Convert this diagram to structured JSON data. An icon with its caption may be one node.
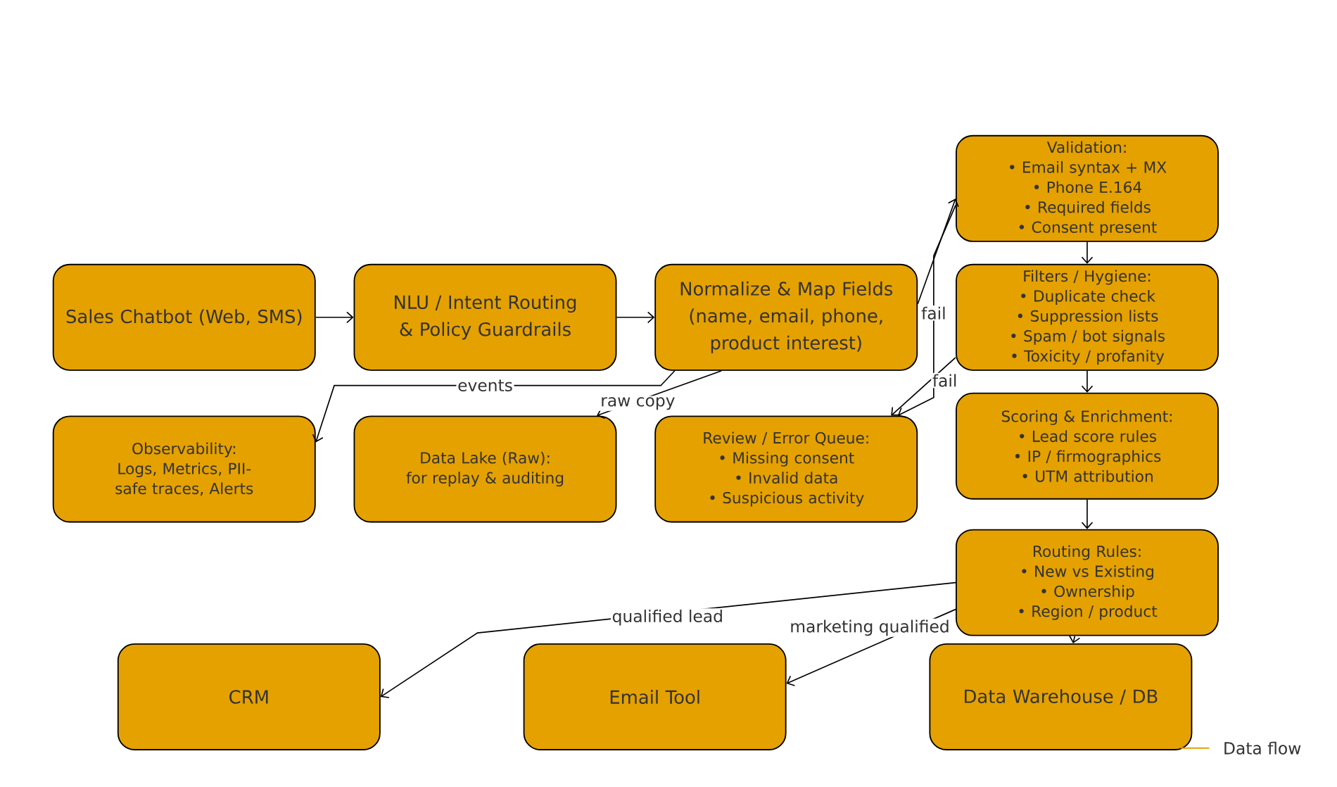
{
  "diagram": {
    "nodes": [
      {
        "text": [
          "Sales Chatbot (Web, SMS)"
        ]
      },
      {
        "text": [
          "NLU / Intent Routing & Policy Guardrails"
        ]
      },
      {
        "text": [
          "Normalize & Map Fields (name, email, phone, product interest)"
        ]
      },
      {
        "text": [
          "Observability:",
          "Logs, Metrics, PII-safe traces, Alerts"
        ]
      },
      {
        "text": [
          "Data Lake (Raw):",
          "for replay & auditing"
        ]
      },
      {
        "text": [
          "Review / Error Queue:",
          "• Missing consent",
          "• Invalid data",
          "• Suspicious activity"
        ]
      },
      {
        "text": [
          "Validation:",
          "• Email syntax + MX",
          "• Phone E.164",
          "• Required fields",
          "• Consent present"
        ]
      },
      {
        "text": [
          "Filters / Hygiene:",
          "• Duplicate check",
          "• Suppression lists",
          "• Spam / bot signals",
          "• Toxicity / profanity"
        ]
      },
      {
        "text": [
          "Scoring & Enrichment:",
          "• Lead score rules",
          "• IP / firmographics",
          "• UTM attribution"
        ]
      },
      {
        "text": [
          "Routing Rules:",
          "• New vs Existing",
          "• Ownership",
          "• Region / product"
        ]
      },
      {
        "text": [
          "CRM"
        ]
      },
      {
        "text": [
          "Email Tool"
        ]
      },
      {
        "text": [
          "Data Warehouse / DB"
        ]
      }
    ],
    "edges": [
      {
        "from": 0,
        "to": 1,
        "arrow": "to"
      },
      {
        "from": 1,
        "to": 2,
        "arrow": "to"
      },
      {
        "from": 2,
        "to": 6,
        "arrow": "to"
      },
      {
        "from": 6,
        "to": 5,
        "arrow": "to",
        "label": "fail"
      },
      {
        "from": 7,
        "to": 5,
        "arrow": "to",
        "label": "fail"
      },
      {
        "from": 2,
        "to": 3,
        "arrow": "to",
        "label": "events"
      },
      {
        "from": 2,
        "to": 4,
        "arrow": "to",
        "label": "raw copy"
      },
      {
        "from": 6,
        "to": 7,
        "arrow": "to"
      },
      {
        "from": 7,
        "to": 8,
        "arrow": "to"
      },
      {
        "from": 8,
        "to": 9,
        "arrow": "to"
      },
      {
        "from": 9,
        "to": 10,
        "arrow": "to",
        "label": "qualified lead"
      },
      {
        "from": 9,
        "to": 11,
        "arrow": "to",
        "label": "marketing qualified"
      },
      {
        "from": 9,
        "to": 12,
        "arrow": "to"
      }
    ],
    "legend": [
      {
        "text": "Data flow"
      }
    ]
  }
}
